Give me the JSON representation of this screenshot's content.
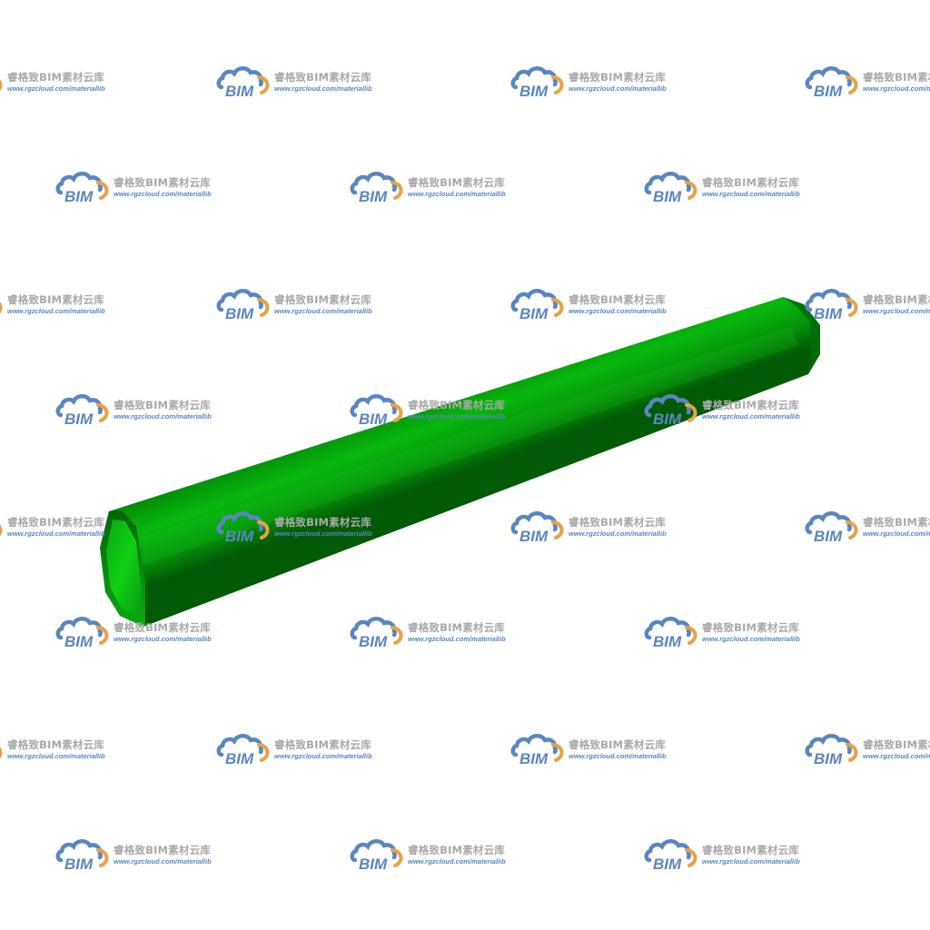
{
  "scene": {
    "subject": "pipe-model",
    "pipe_color": "#06b10c",
    "pipe_shadow_color": "#024f06",
    "pipe_inner_color": "#0ccc12",
    "background_color": "#ffffff"
  },
  "watermark": {
    "logo_text": "BIM",
    "title": "睿格致BIM素材云库",
    "url": "www.rgzcloud.com/materiallib",
    "logo_blue": "#5a86c0",
    "logo_orange": "#e9a145",
    "title_color": "#a9a9a9"
  }
}
